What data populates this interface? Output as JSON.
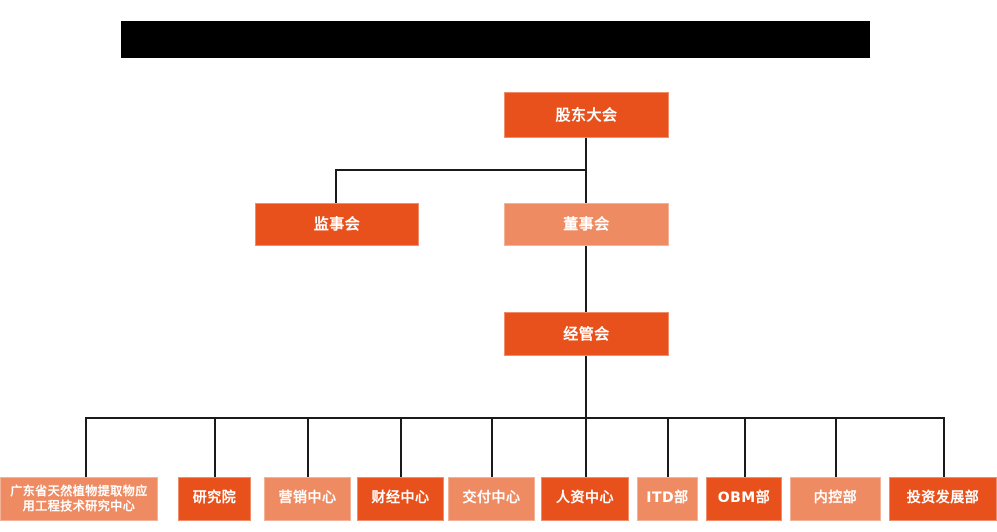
{
  "chart": {
    "type": "org-chart",
    "title_bar": {
      "name": "redacted-title-bar",
      "text": "",
      "color": "#000000"
    },
    "colors": {
      "dark_orange": "#E8511C",
      "light_orange": "#EE8B63",
      "connector": "#1a1a1a",
      "background": "#ffffff",
      "label_text": "#ffffff"
    },
    "levels": [
      {
        "level": 1,
        "nodes": [
          {
            "id": "shareholders",
            "label": "股东大会",
            "tone": "dark"
          }
        ]
      },
      {
        "level": 2,
        "nodes": [
          {
            "id": "supervisors",
            "label": "监事会",
            "tone": "dark"
          },
          {
            "id": "directors",
            "label": "董事会",
            "tone": "light"
          }
        ]
      },
      {
        "level": 3,
        "nodes": [
          {
            "id": "management",
            "label": "经管会",
            "tone": "dark"
          }
        ]
      },
      {
        "level": 4,
        "nodes": [
          {
            "id": "dept-1",
            "label": "广东省天然植物提取物应\n用工程技术研究中心",
            "tone": "light"
          },
          {
            "id": "dept-2",
            "label": "研究院",
            "tone": "dark"
          },
          {
            "id": "dept-3",
            "label": "营销中心",
            "tone": "light"
          },
          {
            "id": "dept-4",
            "label": "财经中心",
            "tone": "dark"
          },
          {
            "id": "dept-5",
            "label": "交付中心",
            "tone": "light"
          },
          {
            "id": "dept-6",
            "label": "人资中心",
            "tone": "dark"
          },
          {
            "id": "dept-7",
            "label": "ITD部",
            "tone": "light"
          },
          {
            "id": "dept-8",
            "label": "OBM部",
            "tone": "dark"
          },
          {
            "id": "dept-9",
            "label": "内控部",
            "tone": "light"
          },
          {
            "id": "dept-10",
            "label": "投资发展部",
            "tone": "dark"
          }
        ]
      }
    ]
  }
}
